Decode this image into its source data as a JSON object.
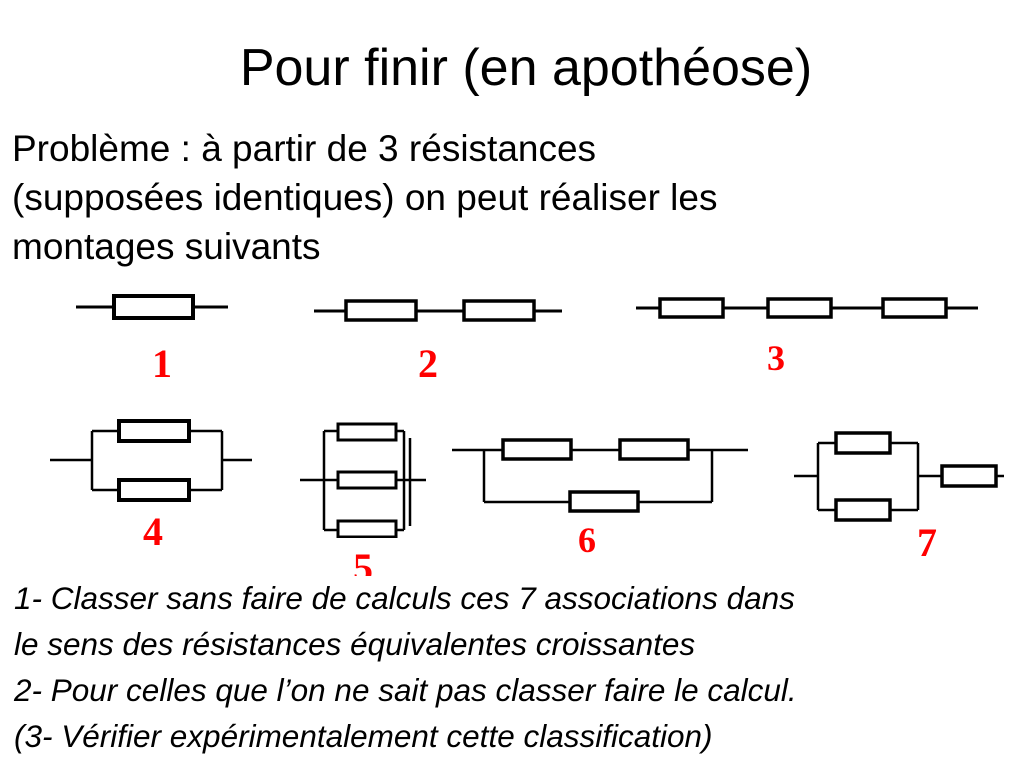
{
  "title": "Pour finir (en apothéose)",
  "problem": {
    "lines": [
      "Problème : à partir de 3 résistances",
      "(supposées identiques) on peut réaliser les",
      "montages suivants"
    ]
  },
  "circuits": [
    {
      "label": "1"
    },
    {
      "label": "2"
    },
    {
      "label": "3"
    },
    {
      "label": "4"
    },
    {
      "label": "5"
    },
    {
      "label": "6"
    },
    {
      "label": "7"
    }
  ],
  "questions": [
    "1- Classer sans faire de calculs ces 7 associations dans",
    "le sens des résistances équivalentes croissantes",
    "2- Pour celles que l’on ne sait pas classer faire le calcul.",
    "(3- Vérifier expérimentalement cette classification)"
  ],
  "colors": {
    "label": "#ff0000",
    "wire": "#000000",
    "background": "#ffffff"
  }
}
